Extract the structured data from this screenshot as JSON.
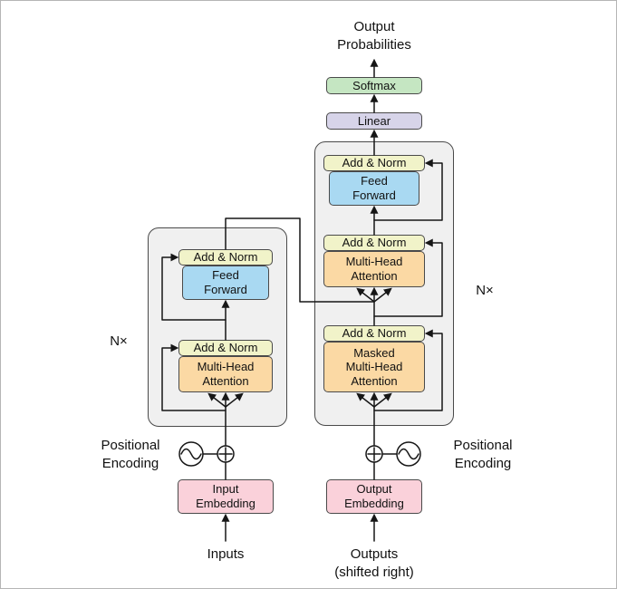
{
  "colors": {
    "add_norm_fill": "#f1f3c9",
    "feed_forward_fill": "#a9d9f2",
    "attention_fill": "#fbd9a4",
    "softmax_fill": "#c5e6c2",
    "linear_fill": "#d7d4e9",
    "embedding_fill": "#fad1da",
    "stack_fill": "#f0f0f0",
    "line_color": "#161616"
  },
  "output_head": {
    "probabilities_label": "Output\nProbabilities",
    "softmax_label": "Softmax",
    "linear_label": "Linear"
  },
  "encoder": {
    "repeat_label": "N×",
    "add_norm_top_label": "Add & Norm",
    "feed_forward_label": "Feed\nForward",
    "add_norm_bottom_label": "Add & Norm",
    "attention_label": "Multi-Head\nAttention",
    "positional_encoding_label": "Positional\nEncoding",
    "embedding_label": "Input\nEmbedding",
    "input_label": "Inputs"
  },
  "decoder": {
    "repeat_label": "N×",
    "add_norm_top_label": "Add & Norm",
    "feed_forward_label": "Feed\nForward",
    "add_norm_middle_label": "Add & Norm",
    "attention_label": "Multi-Head\nAttention",
    "add_norm_bottom_label": "Add & Norm",
    "masked_attention_label": "Masked\nMulti-Head\nAttention",
    "positional_encoding_label": "Positional\nEncoding",
    "embedding_label": "Output\nEmbedding",
    "output_label": "Outputs\n(shifted right)"
  }
}
